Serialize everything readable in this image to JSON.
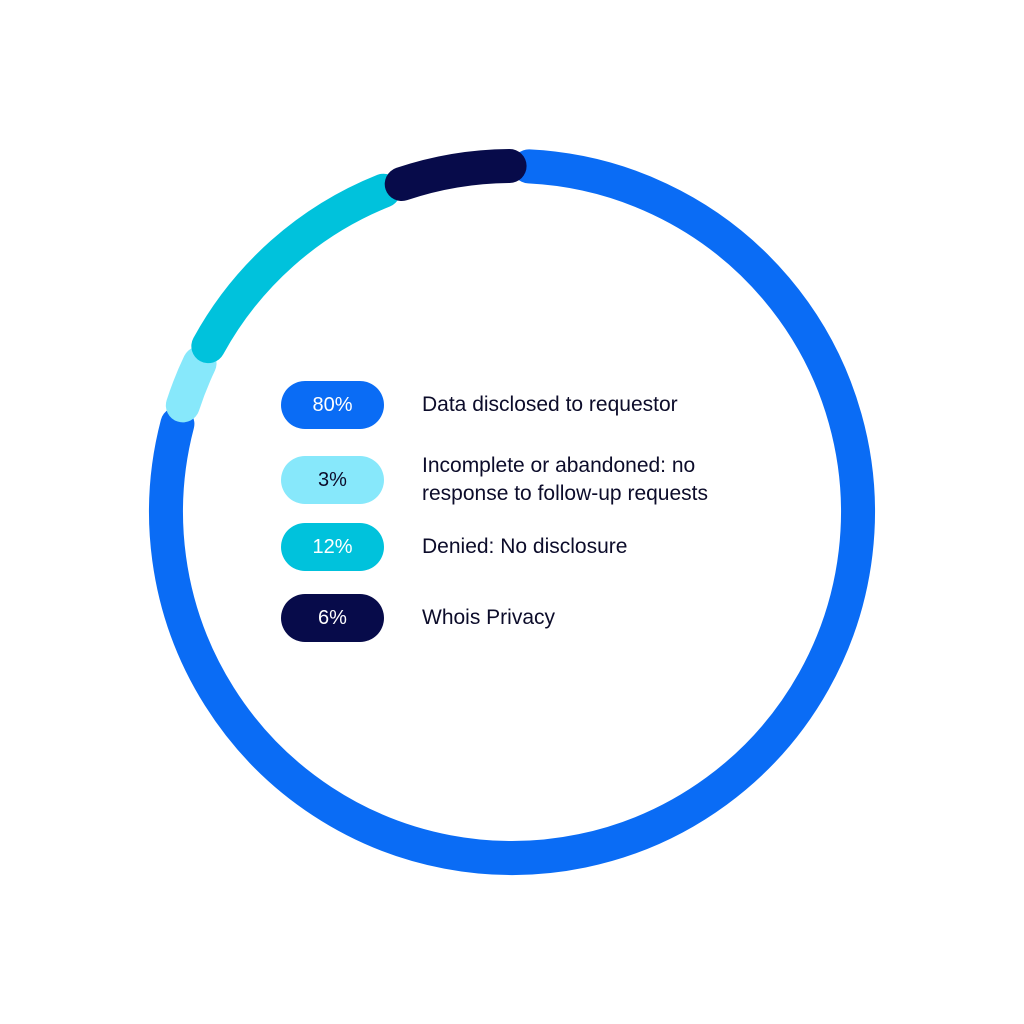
{
  "chart_data": {
    "type": "pie",
    "variant": "donut",
    "title": "",
    "slices": [
      {
        "label": "Data disclosed to requestor",
        "percent_label": "80%",
        "value": 80,
        "color": "#0a6cf5",
        "text_color": "#ffffff"
      },
      {
        "label": "Incomplete or abandoned: no response to follow-up requests",
        "percent_label": "3%",
        "value": 3,
        "color": "#87e8fb",
        "text_color": "#0c0c2a"
      },
      {
        "label": "Denied: No disclosure",
        "percent_label": "12%",
        "value": 12,
        "color": "#00c2dc",
        "text_color": "#ffffff"
      },
      {
        "label": "Whois Privacy",
        "percent_label": "6%",
        "value": 6,
        "color": "#070b4a",
        "text_color": "#ffffff"
      }
    ],
    "start": "top",
    "direction": "clockwise",
    "legend_position": "center"
  }
}
